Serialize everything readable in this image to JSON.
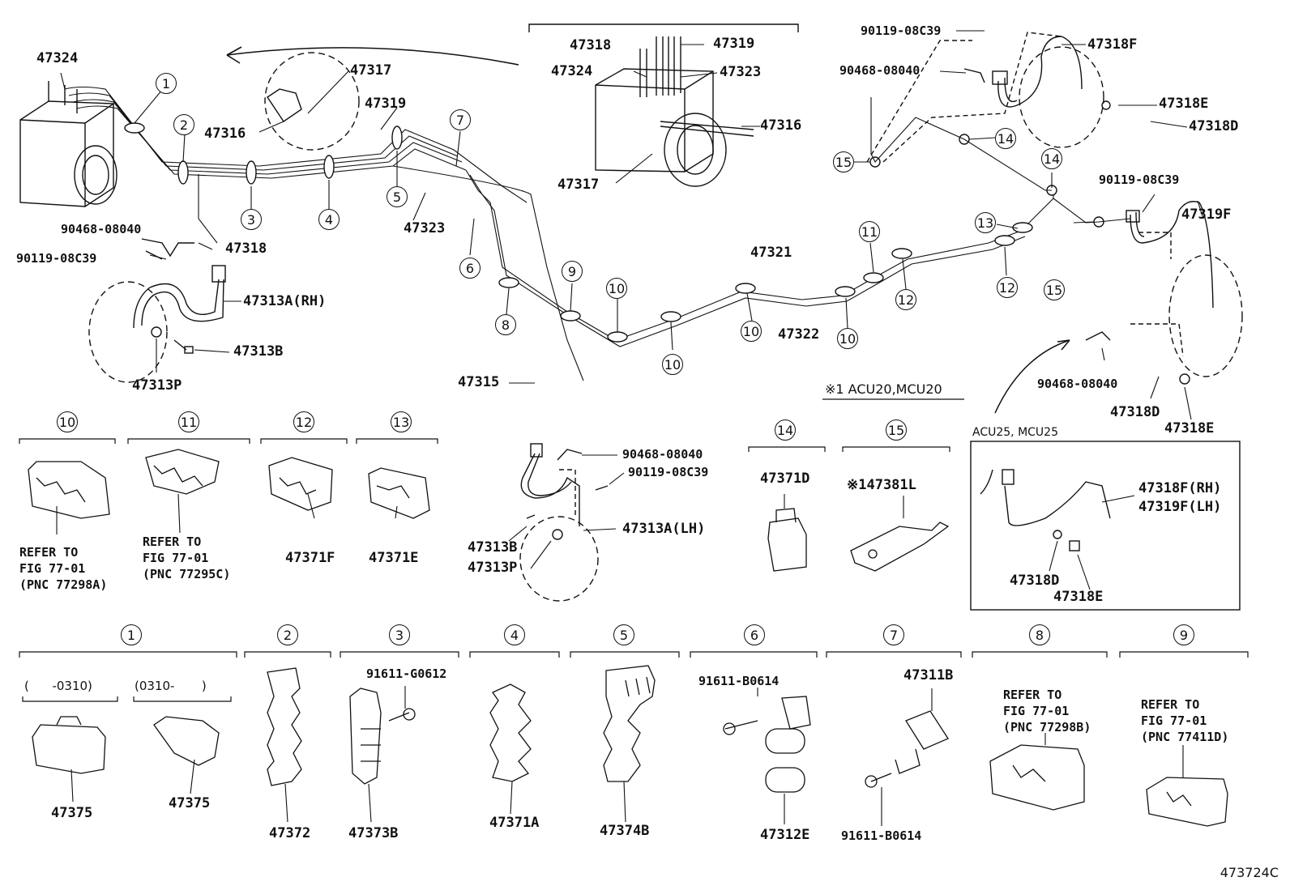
{
  "callouts": [
    "1",
    "2",
    "3",
    "4",
    "5",
    "6",
    "7",
    "8",
    "9",
    "10",
    "11",
    "12",
    "13",
    "14",
    "15"
  ],
  "parts": {
    "p47324": "47324",
    "p47317": "47317",
    "p47319": "47319",
    "p47316": "47316",
    "p90468a": "90468-08040",
    "p47318": "47318",
    "p90119a": "90119-08C39",
    "p47313a_rh": "47313A(RH)",
    "p47313b_a": "47313B",
    "p47313p_a": "47313P",
    "p47323": "47323",
    "p47315": "47315",
    "p90468b": "90468-08040",
    "p90119b": "90119-08C39",
    "p47313b_b": "47313B",
    "p47313a_lh": "47313A(LH)",
    "p47313p_b": "47313P",
    "p47321": "47321",
    "p47322": "47322",
    "inset_47318": "47318",
    "inset_47319": "47319",
    "inset_47324": "47324",
    "inset_47323": "47323",
    "inset_47316": "47316",
    "inset_47317": "47317",
    "p90119c": "90119-08C39",
    "p47318f": "47318F",
    "p90468c": "90468-08040",
    "p47318e_a": "47318E",
    "p47318d_a": "47318D",
    "p90119d": "90119-08C39",
    "p47319f": "47319F",
    "p90468d": "90468-08040",
    "p47318d_b": "47318D",
    "p47318e_b": "47318E",
    "p47318f_rh": "47318F(RH)",
    "p47319f_lh": "47319F(LH)",
    "p47318d_c": "47318D",
    "p47318e_c": "47318E",
    "p47371d": "47371D",
    "p47381l": "※147381L",
    "p47371f": "47371F",
    "p47371e": "47371E",
    "p47375a": "47375",
    "p47375b": "47375",
    "p47372": "47372",
    "p91611g": "91611-G0612",
    "p47373b": "47373B",
    "p47371a": "47371A",
    "p47374b": "47374B",
    "p91611b_a": "91611-B0614",
    "p47312e": "47312E",
    "p47311b": "47311B",
    "p91611b_b": "91611-B0614"
  },
  "notes": {
    "note1": "※1 ACU20,MCU20",
    "note2": "ACU25, MCU25",
    "range_a": "(      -0310)",
    "range_b": "(0310-       )",
    "ref10": "REFER TO\nFIG 77-01\n(PNC 77298A)",
    "ref11": "REFER TO\nFIG 77-01\n(PNC 77295C)",
    "ref8": "REFER TO\nFIG 77-01\n(PNC 77298B)",
    "ref9": "REFER TO\nFIG 77-01\n(PNC 77411D)"
  },
  "figure_code": "473724C"
}
